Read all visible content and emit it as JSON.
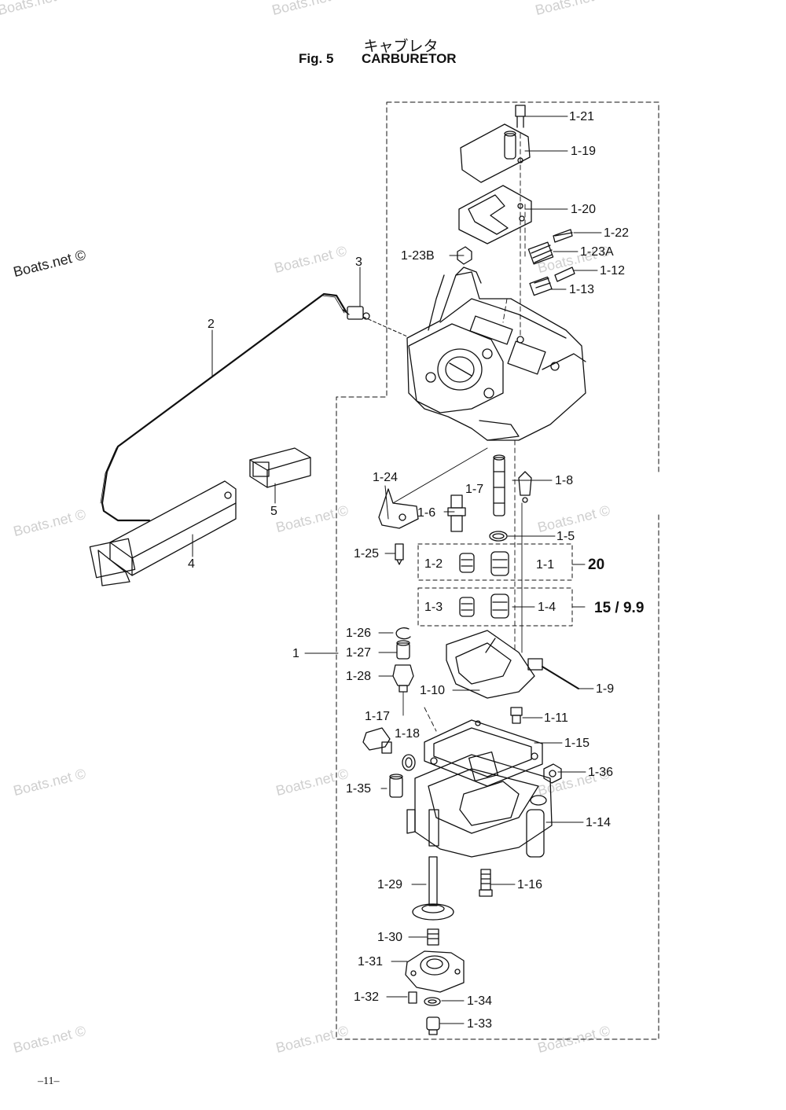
{
  "title": {
    "japanese": "キャブレタ",
    "fig": "Fig. 5",
    "name": "CARBURETOR"
  },
  "watermark": "Boats.net ©",
  "page_number": "–11–",
  "labels": {
    "l_1_21": "1-21",
    "l_1_19": "1-19",
    "l_1_20": "1-20",
    "l_1_22": "1-22",
    "l_1_23B": "1-23B",
    "l_1_23A": "1-23A",
    "l_1_12": "1-12",
    "l_1_13": "1-13",
    "l_3": "3",
    "l_2": "2",
    "l_5": "5",
    "l_4": "4",
    "l_1_24": "1-24",
    "l_1_7": "1-7",
    "l_1_8": "1-8",
    "l_1_6": "1-6",
    "l_1_5": "1-5",
    "l_1_25": "1-25",
    "l_1_2": "1-2",
    "l_1_1": "1-1",
    "l_20": "20",
    "l_1_3": "1-3",
    "l_1_4": "1-4",
    "l_15_99": "15 / 9.9",
    "l_1_26": "1-26",
    "l_1": "1",
    "l_1_27": "1-27",
    "l_1_28": "1-28",
    "l_1_10": "1-10",
    "l_1_9": "1-9",
    "l_1_11": "1-11",
    "l_1_17": "1-17",
    "l_1_18": "1-18",
    "l_1_15": "1-15",
    "l_1_36": "1-36",
    "l_1_35": "1-35",
    "l_1_14": "1-14",
    "l_1_29": "1-29",
    "l_1_16": "1-16",
    "l_1_30": "1-30",
    "l_1_31": "1-31",
    "l_1_32": "1-32",
    "l_1_34": "1-34",
    "l_1_33": "1-33"
  }
}
